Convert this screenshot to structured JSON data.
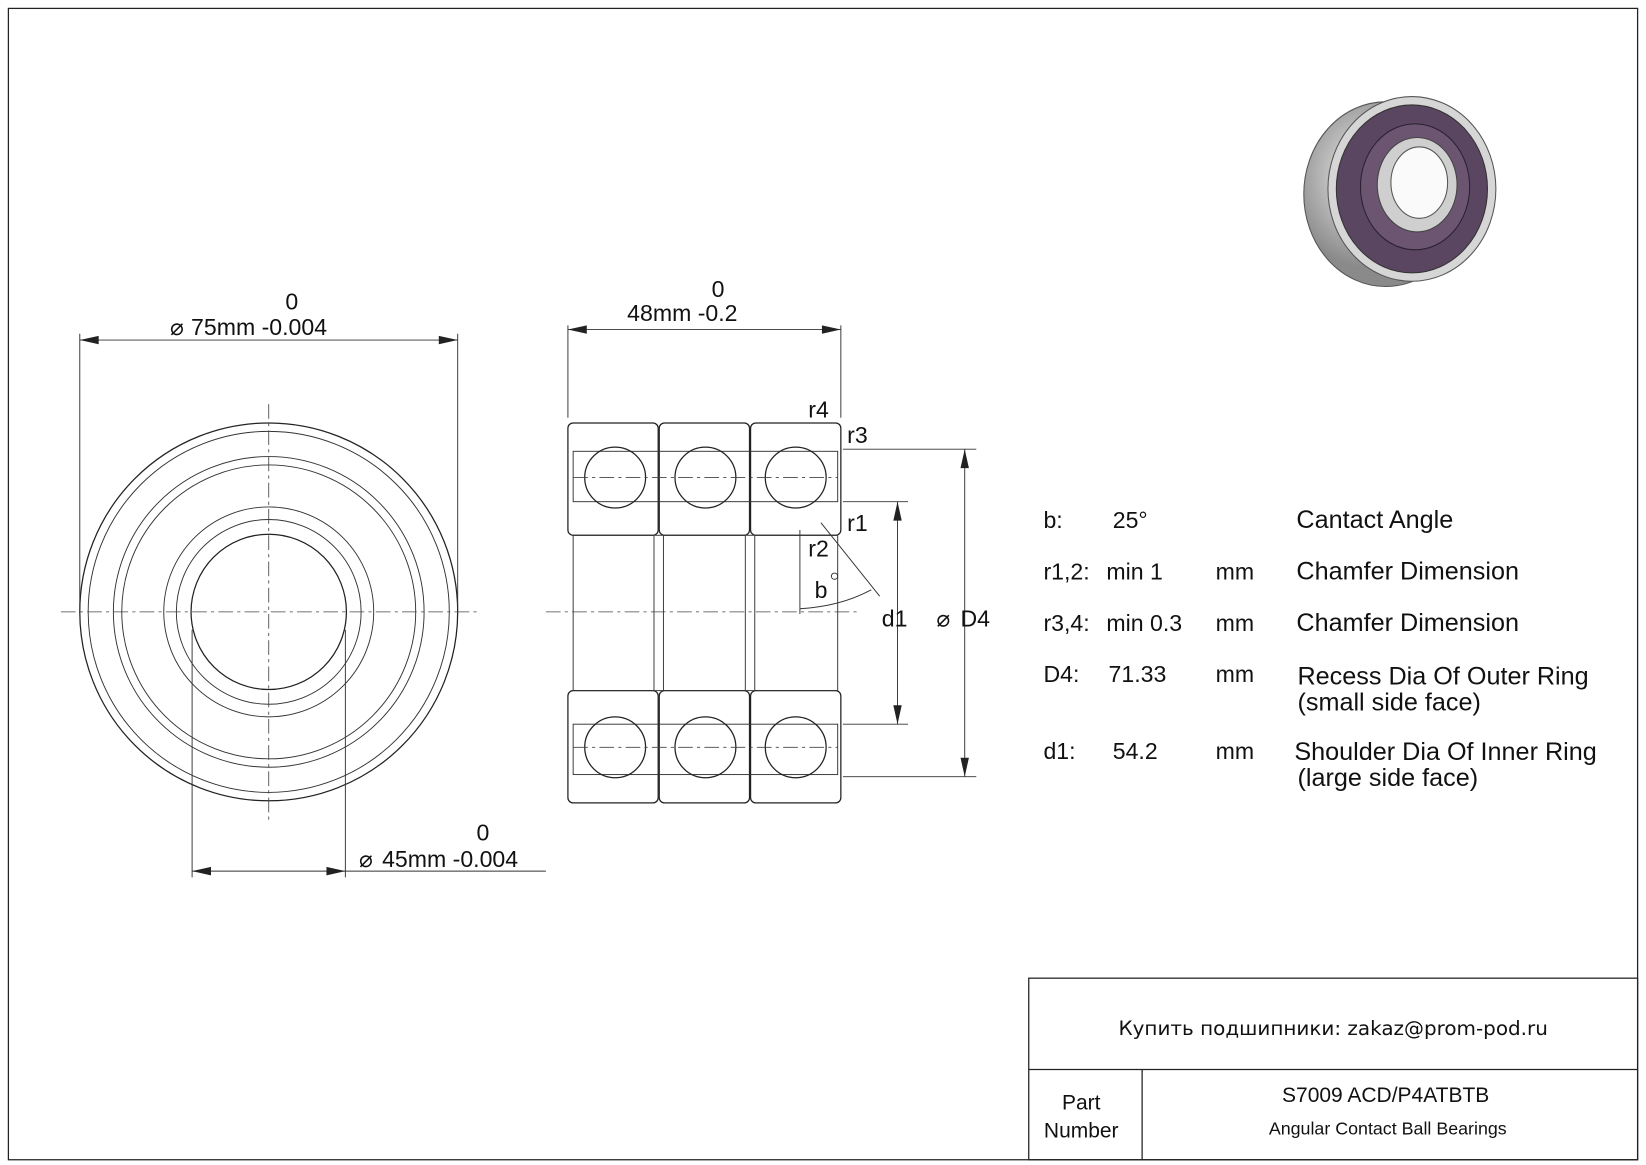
{
  "front_view": {
    "outer_tol": "0",
    "outer_dim": "75mm -0.004",
    "bore_tol": "0",
    "bore_dim": "45mm -0.004"
  },
  "section_view": {
    "width_tol": "0",
    "width_dim": "48mm -0.2",
    "labels": {
      "r4": "r4",
      "r3": "r3",
      "r1": "r1",
      "r2": "r2",
      "b": "b",
      "d1": "d1",
      "D4": "D4"
    }
  },
  "specs": [
    {
      "symbol": "b:",
      "value": "25°",
      "unit": "",
      "desc": "Cantact Angle",
      "desc2": ""
    },
    {
      "symbol": "r1,2:",
      "value": "min 1",
      "unit": "mm",
      "desc": "Chamfer Dimension",
      "desc2": ""
    },
    {
      "symbol": "r3,4:",
      "value": "min 0.3",
      "unit": "mm",
      "desc": "Chamfer Dimension",
      "desc2": ""
    },
    {
      "symbol": "D4:",
      "value": "71.33",
      "unit": "mm",
      "desc": "Recess Dia Of Outer Ring",
      "desc2": "(small side face)"
    },
    {
      "symbol": "d1:",
      "value": "54.2",
      "unit": "mm",
      "desc": "Shoulder Dia Of Inner Ring",
      "desc2": "(large side face)"
    }
  ],
  "title_block": {
    "contact": "Купить подшипники: zakaz@prom-pod.ru",
    "part_label_1": "Part",
    "part_label_2": "Number",
    "part_number": "S7009 ACD/P4ATBTB",
    "part_type": "Angular Contact Ball Bearings"
  },
  "colors": {
    "seal": "#5a4660",
    "ring": "#c8c8c8"
  }
}
